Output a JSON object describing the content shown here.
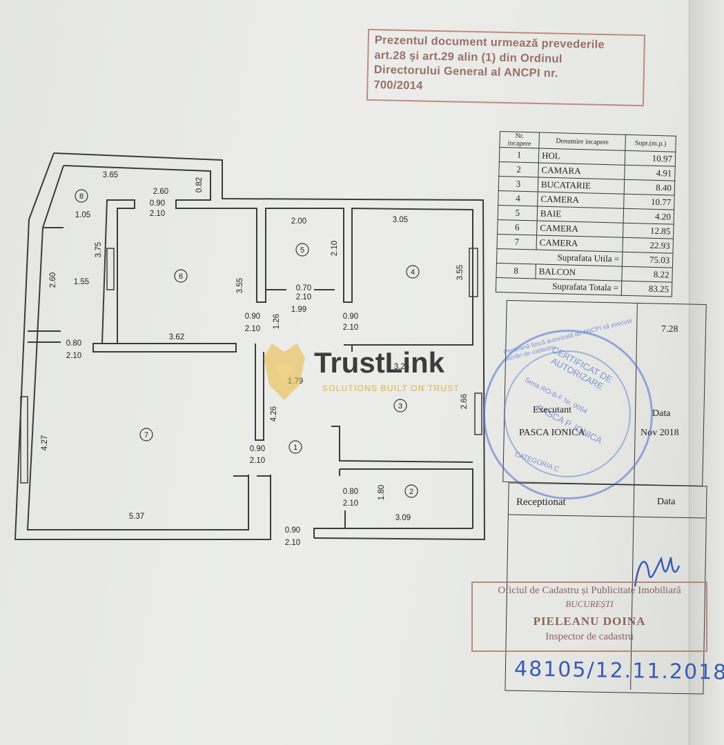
{
  "header_stamp": {
    "line1": "Prezentul document urmează prevederile",
    "line2": "art.28 și art.29 alin (1) din Ordinul",
    "line3": "Directorului General al ANCPI nr.",
    "line4": "700/2014"
  },
  "room_table": {
    "headers": [
      "Nr. incapere",
      "Denumire incapere",
      "Supr.(m.p.)"
    ],
    "rows": [
      {
        "nr": "1",
        "name": "HOL",
        "area": "10.97"
      },
      {
        "nr": "2",
        "name": "CAMARA",
        "area": "4.91"
      },
      {
        "nr": "3",
        "name": "BUCATARIE",
        "area": "8.40"
      },
      {
        "nr": "4",
        "name": "CAMERA",
        "area": "10.77"
      },
      {
        "nr": "5",
        "name": "BAIE",
        "area": "4.20"
      },
      {
        "nr": "6",
        "name": "CAMERA",
        "area": "12.85"
      },
      {
        "nr": "7",
        "name": "CAMERA",
        "area": "22.93"
      }
    ],
    "useful_label": "Suprafata Utila =",
    "useful_value": "75.03",
    "balcony": {
      "nr": "8",
      "name": "BALCON",
      "area": "8.22"
    },
    "total_label": "Suprafata Totala =",
    "total_value": "83.25"
  },
  "signature_box": {
    "value": "7.28",
    "executant_label": "Executant",
    "executant_name": "PASCA IONICA",
    "date_label": "Data",
    "date_value": "Nov 2018",
    "receptionat_label": "Receptionat",
    "receptionat_date_label": "Data"
  },
  "blue_stamp": {
    "text1": "Persoană fizică autorizată de ANCPI să execute lucrări de cadastru",
    "text2": "CERTIFICAT DE AUTORIZARE",
    "text3": "Seria RO-B-F Nr. 0054",
    "text4": "PASCA P. IONICA",
    "text5": "CATEGORIA C"
  },
  "office_stamp": {
    "line1": "Oficiul de Cadastru și Publicitate Imobiliară",
    "line2": "BUCUREȘTI",
    "line3": "PIELEANU DOINA",
    "line4": "Inspector de cadastru"
  },
  "handwritten": "48105/12.11.2018",
  "watermark": {
    "name": "TrustLink",
    "tagline": "SOLUTIONS BUILT ON TRUST"
  },
  "plan": {
    "rooms": [
      "1",
      "2",
      "3",
      "4",
      "5",
      "6",
      "7",
      "8"
    ],
    "dims": {
      "d_365": "3.65",
      "d_260a": "2.60",
      "d_082": "0.82",
      "d_105": "1.05",
      "d_090_210a": "0.90",
      "d_210a": "2.10",
      "d_375": "3.75",
      "d_260b": "2.60",
      "d_155": "1.55",
      "d_200": "2.00",
      "d_210b": "2.10",
      "d_305": "3.05",
      "d_355a": "3.55",
      "d_070": "0.70",
      "d_210c": "2.10",
      "d_199": "1.99",
      "d_355b": "3.55",
      "d_090b": "0.90",
      "d_210d": "2.10",
      "d_126": "1.26",
      "d_090c": "0.90",
      "d_210e": "2.10",
      "d_080a": "0.80",
      "d_210f": "2.10",
      "d_362": "3.62",
      "d_324": "3.24",
      "d_179": "1.79",
      "d_266": "2.66",
      "d_427": "4.27",
      "d_426": "4.26",
      "d_090d": "0.90",
      "d_210g": "2.10",
      "d_080b": "0.80",
      "d_210h": "2.10",
      "d_180": "1.80",
      "d_537": "5.37",
      "d_309": "3.09",
      "d_090e": "0.90",
      "d_210i": "2.10"
    }
  }
}
